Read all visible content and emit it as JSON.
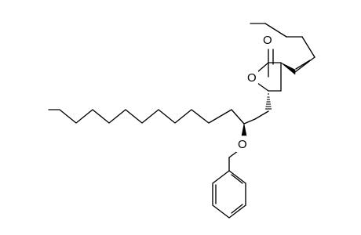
{
  "figure": {
    "background_color": "#ffffff",
    "bond_color": "#000000"
  },
  "atoms": {
    "carbonyl_oxygen": "O",
    "ring_oxygen": "O",
    "ether_oxygen": "O"
  }
}
